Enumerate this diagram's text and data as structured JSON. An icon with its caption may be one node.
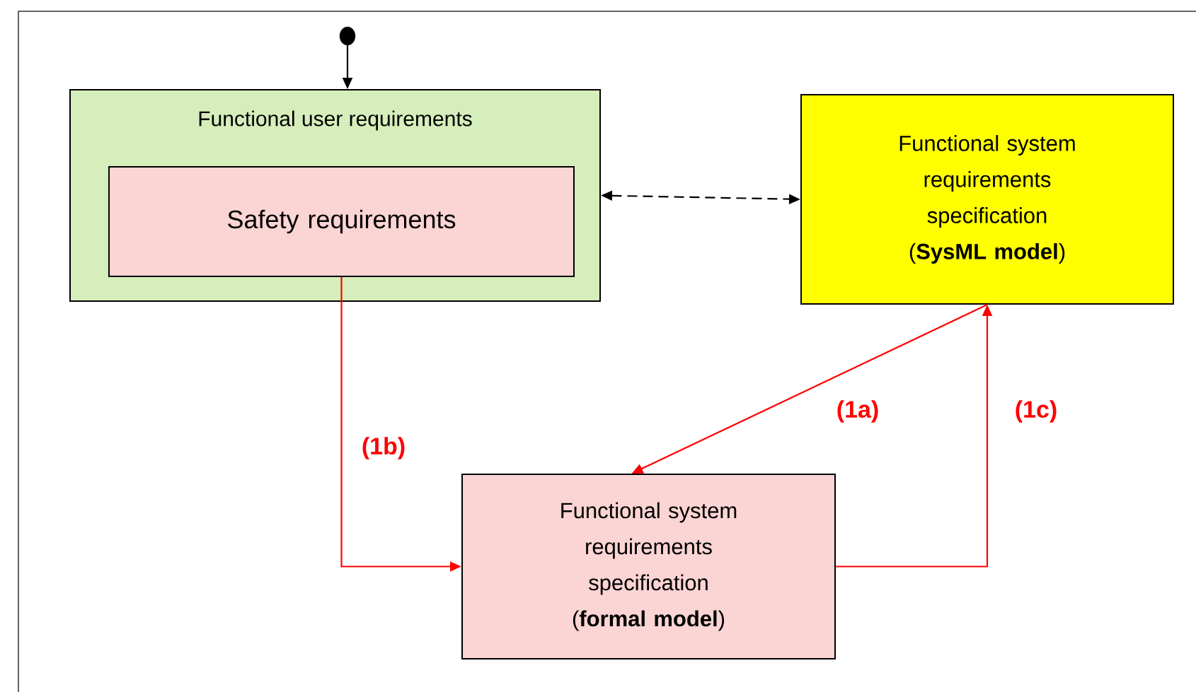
{
  "diagram": {
    "nodes": [
      {
        "text": [],
        "shape": "circle"
      },
      {
        "text": [
          "Functional user requirements"
        ]
      },
      {
        "text": [
          "Safety requirements"
        ],
        "in": 1
      },
      {
        "text": [
          "Functional system requirements specification (**SysML model**)"
        ]
      },
      {
        "text": [
          "Functional system requirements specification (**formal model**)"
        ]
      }
    ],
    "edges": [
      {
        "from": 0,
        "to": 1,
        "arrow": "to",
        "color": "#000000"
      },
      {
        "from": 1,
        "to": 3,
        "arrow": "both",
        "style": "dashed",
        "color": "#000000"
      },
      {
        "from": 3,
        "to": 4,
        "arrow": "to",
        "label": "(1a)",
        "color": "#ff0000"
      },
      {
        "from": 2,
        "to": 4,
        "arrow": "to",
        "label": "(1b)",
        "color": "#ff0000"
      },
      {
        "from": 4,
        "to": 3,
        "arrow": "to",
        "label": "(1c)",
        "color": "#ff0000"
      }
    ]
  }
}
